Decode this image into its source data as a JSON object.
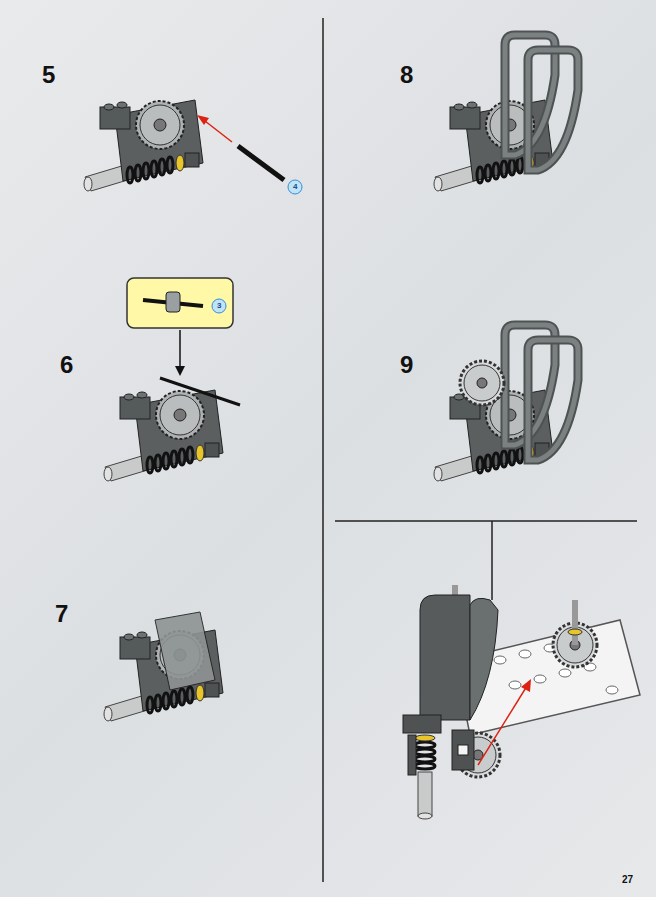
{
  "diagram": {
    "labels": [
      "5",
      "4",
      "6",
      "3",
      "7",
      "8",
      "9",
      "27"
    ]
  }
}
